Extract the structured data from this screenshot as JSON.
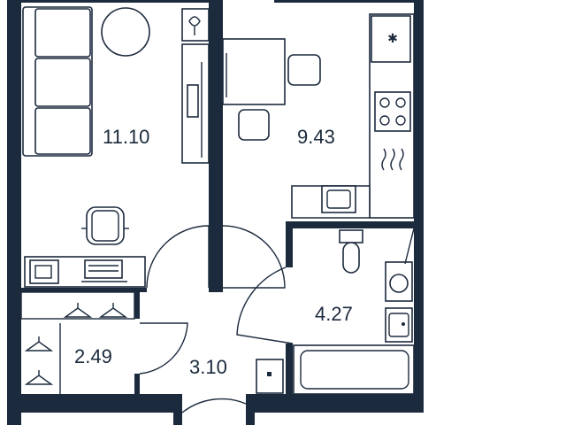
{
  "colors": {
    "wall": "#1c2a3d",
    "line": "#1c2a3d",
    "text": "#1c2a3d",
    "background": "#ffffff"
  },
  "rooms": [
    {
      "id": "room",
      "area": "11.10"
    },
    {
      "id": "kitchen",
      "area": "9.43"
    },
    {
      "id": "bathroom",
      "area": "4.27"
    },
    {
      "id": "wardrobe",
      "area": "2.49"
    },
    {
      "id": "hallway",
      "area": "3.10"
    }
  ],
  "icons": {
    "fridge": "snowflake-icon",
    "stove": "cooktop-icon",
    "extractor": "heat-waves-icon",
    "wardrobe": "hanger-icon",
    "washer": "washing-machine-icon"
  }
}
